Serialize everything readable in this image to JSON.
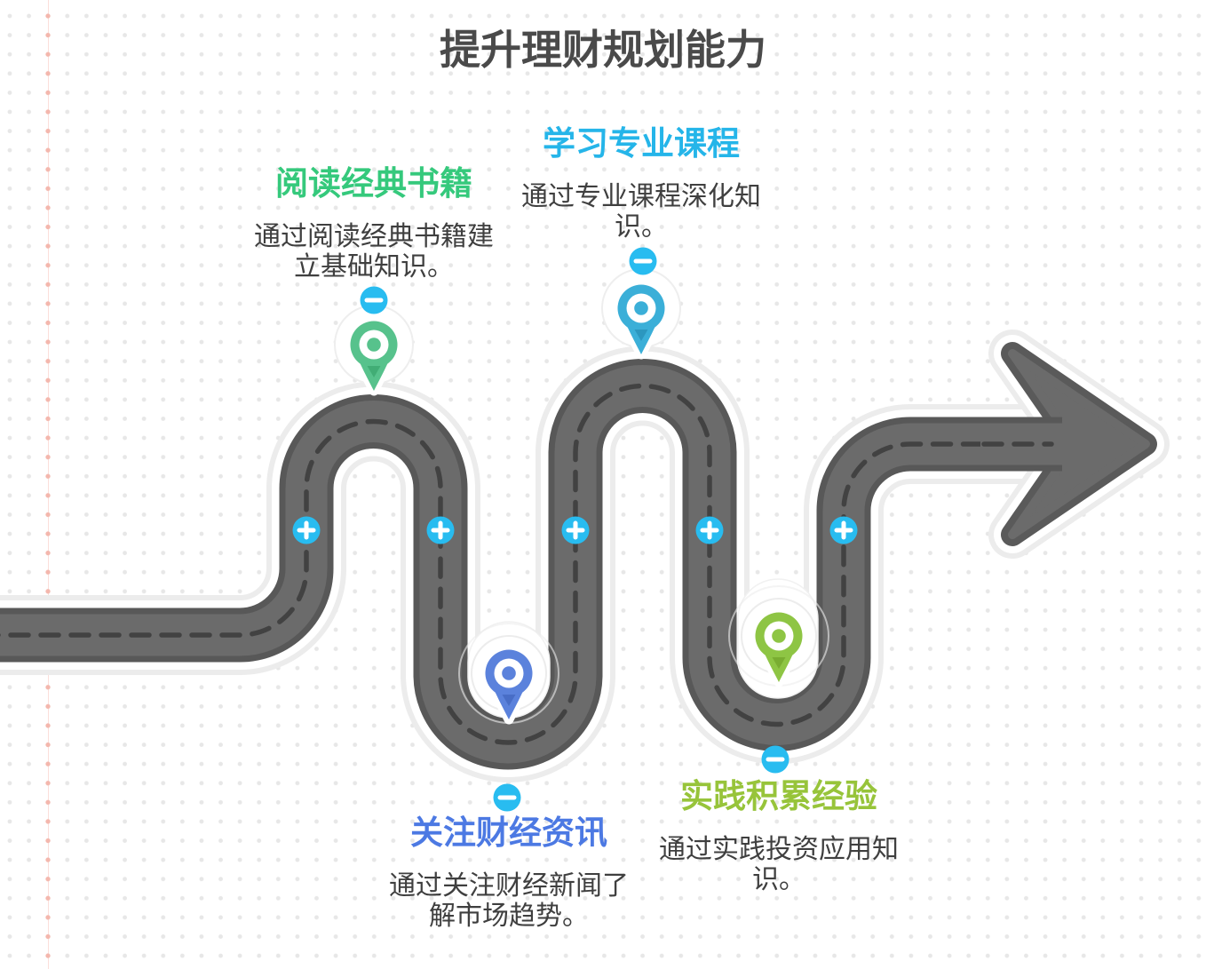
{
  "page": {
    "title": "提升理财规划能力"
  },
  "milestones": [
    {
      "title": "阅读经典书籍",
      "description": "通过阅读经典书籍建立基础知识。"
    },
    {
      "title": "学习专业课程",
      "description": "通过专业课程深化知识。"
    },
    {
      "title": "关注财经资讯",
      "description": "通过关注财经新闻了解市场趋势。"
    },
    {
      "title": "实践积累经验",
      "description": "通过实践投资应用知识。"
    }
  ],
  "colors": {
    "page_title_text": "#4a4a4a",
    "body_text": "#3f3f3f",
    "milestone_1_title": "#35c97c",
    "milestone_2_title": "#25b5e9",
    "milestone_3_title": "#4c79e3",
    "milestone_4_title": "#97c43a",
    "pin_1": "#57c28c",
    "pin_1_dark": "#41ad75",
    "pin_2": "#3bafd8",
    "pin_2_dark": "#2c97bf",
    "pin_3": "#5b82dc",
    "pin_3_dark": "#486dc6",
    "pin_4": "#8ec544",
    "pin_4_dark": "#79ad31",
    "control_button": "#28bcf0",
    "road": "#6b6b6b",
    "road_edge": "#585858",
    "road_dash": "#424242"
  },
  "controls": {
    "plus_icon": "+",
    "minus_icon": "−"
  }
}
